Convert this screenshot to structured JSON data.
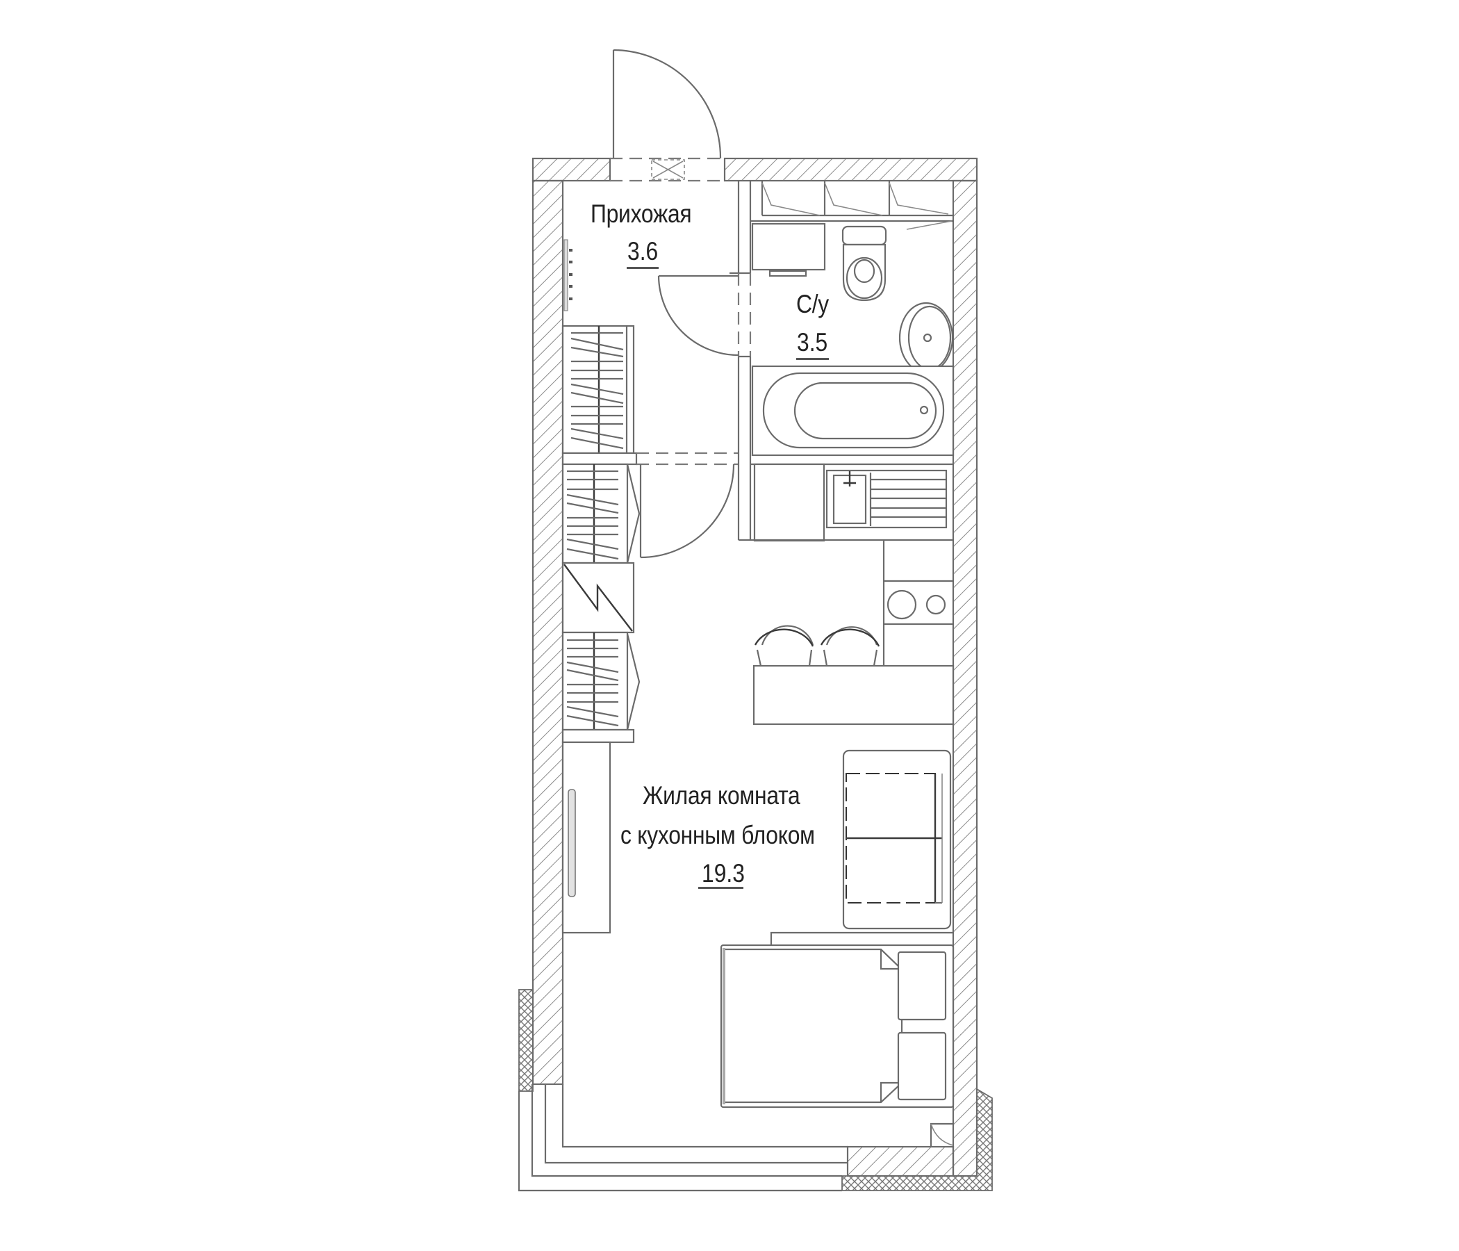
{
  "plan": {
    "type": "studio-apartment-floor-plan",
    "units": "m²",
    "rooms": [
      {
        "id": "hallway",
        "name": "Прихожая",
        "area": "3.6"
      },
      {
        "id": "bathroom",
        "name": "С/у",
        "area": "3.5"
      },
      {
        "id": "living",
        "name_line1": "Жилая комната",
        "name_line2": "с кухонным блоком",
        "area": "19.3"
      }
    ],
    "fixtures": [
      "entrance-door",
      "ventilation-box",
      "coat-hook-rail",
      "wardrobe",
      "electric-panel",
      "interior-door-hall",
      "bathroom-door",
      "shelves",
      "washing-machine",
      "toilet",
      "washbasin",
      "bathtub",
      "kitchen-cabinet",
      "kitchen-sink",
      "cooktop",
      "dining-counter",
      "bar-stool",
      "armchair-sofa",
      "bed",
      "nightstand",
      "radiator",
      "window",
      "balcony-door"
    ],
    "colors": {
      "line": "#6b6b6b",
      "text": "#222222",
      "background": "#ffffff"
    }
  }
}
